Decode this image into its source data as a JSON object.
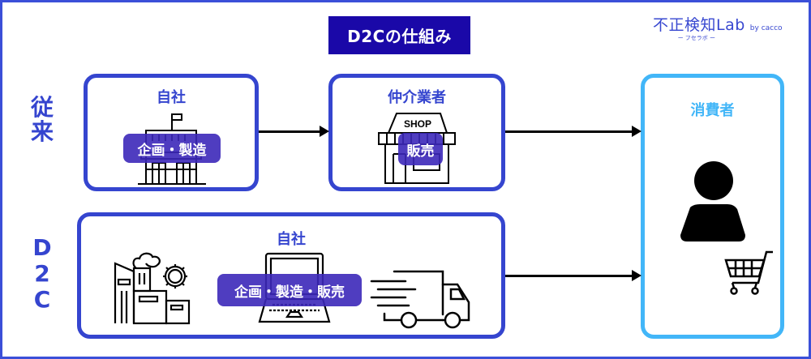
{
  "title": "D2Cの仕組み",
  "logo": {
    "name": "不正検知Lab",
    "by": "by cacco",
    "subtitle": "ー フセラボ ー"
  },
  "rows": {
    "traditional": {
      "label_line1": "従",
      "label_line2": "来"
    },
    "d2c": {
      "label_line1": "D",
      "label_line2": "2",
      "label_line3": "C"
    }
  },
  "boxes": {
    "own_company_traditional": {
      "title": "自社",
      "pill": "企画・製造",
      "icon": "office-building-icon"
    },
    "intermediary": {
      "title": "仲介業者",
      "pill": "販売",
      "shop_sign": "SHOP",
      "icon": "shop-icon"
    },
    "own_company_d2c": {
      "title": "自社",
      "pill": "企画・製造・販売",
      "icons": [
        "factory-icon",
        "laptop-icon",
        "delivery-truck-icon"
      ]
    },
    "consumer": {
      "title": "消費者",
      "icons": [
        "person-icon",
        "shopping-cart-icon"
      ]
    }
  },
  "colors": {
    "primary": "#3545cf",
    "title_bg": "#1a08a8",
    "consumer": "#42b6f8",
    "pill": "#3c28b9"
  }
}
